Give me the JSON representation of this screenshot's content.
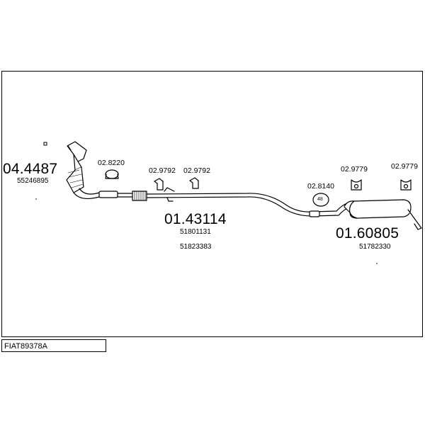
{
  "diagram": {
    "code": "FIAT89378A",
    "parts": [
      {
        "id": "catalyst",
        "number": "04.4487",
        "ref": "55246895"
      },
      {
        "id": "clamp",
        "number": "02.8220"
      },
      {
        "id": "mount1",
        "number": "02.9792"
      },
      {
        "id": "mount2",
        "number": "02.9792"
      },
      {
        "id": "middle-pipe",
        "number": "01.43114",
        "refs": [
          "51801131",
          "51823383"
        ]
      },
      {
        "id": "ring",
        "number": "02.8140",
        "ring_label": "48"
      },
      {
        "id": "hanger1",
        "number": "02.9779"
      },
      {
        "id": "hanger2",
        "number": "02.9779"
      },
      {
        "id": "rear-silencer",
        "number": "01.60805",
        "ref": "51782330"
      }
    ]
  }
}
